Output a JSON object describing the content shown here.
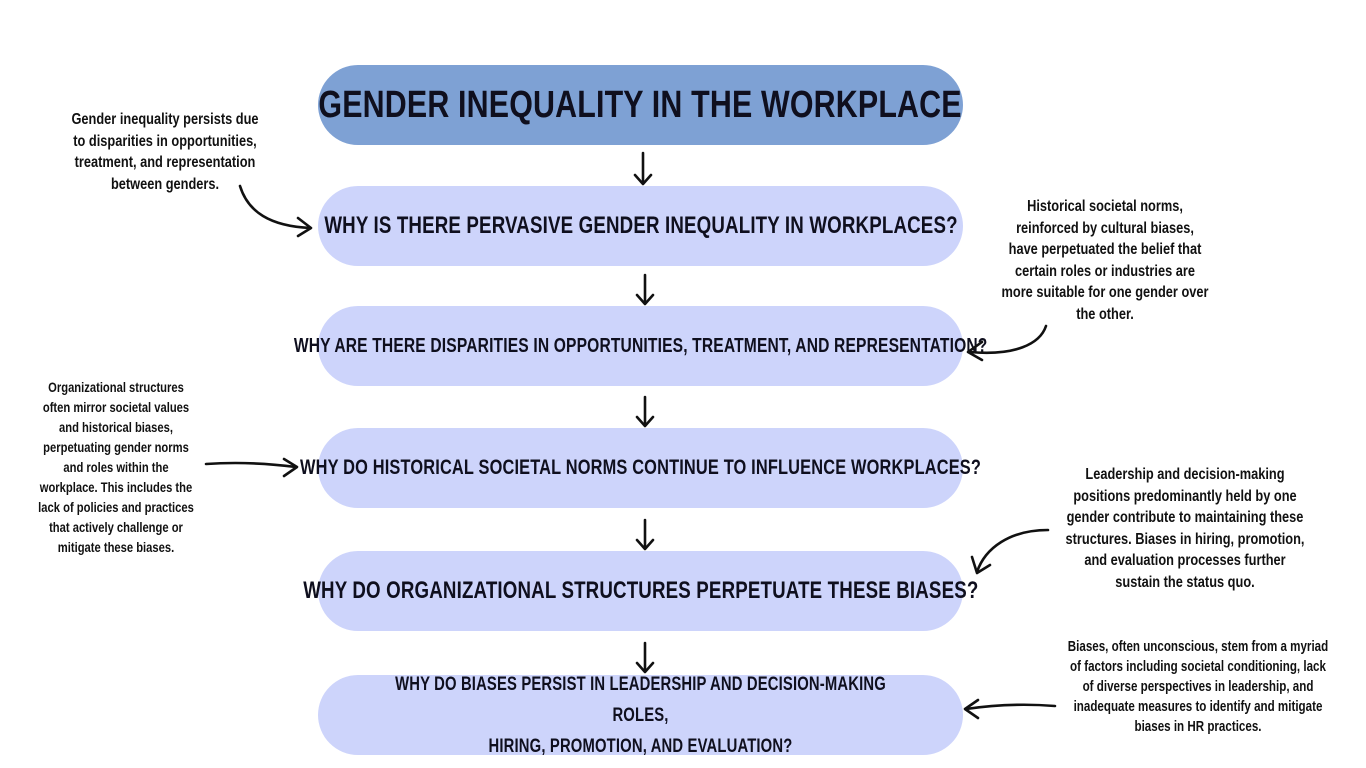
{
  "title": "GENDER  INEQUALITY IN THE WORKPLACE",
  "questions": [
    "WHY IS THERE PERVASIVE GENDER INEQUALITY IN WORKPLACES?",
    "WHY ARE THERE DISPARITIES IN OPPORTUNITIES, TREATMENT, AND REPRESENTATION?",
    "WHY DO HISTORICAL SOCIETAL NORMS CONTINUE TO INFLUENCE WORKPLACES?",
    "WHY DO ORGANIZATIONAL STRUCTURES PERPETUATE THESE BIASES?",
    {
      "line1": "WHY DO BIASES PERSIST IN LEADERSHIP AND DECISION-MAKING ROLES,",
      "line2": "HIRING, PROMOTION, AND EVALUATION?"
    }
  ],
  "notes": {
    "n1": [
      "Gender inequality persists due",
      "to disparities in opportunities,",
      "treatment, and representation",
      "between genders."
    ],
    "n2": [
      "Historical societal norms,",
      "reinforced by cultural biases,",
      "have perpetuated the belief that",
      "certain roles or industries are",
      "more suitable for one gender over",
      "the other."
    ],
    "n3": [
      "Organizational structures",
      "often mirror societal values",
      "and historical biases,",
      "perpetuating gender norms",
      "and roles within the",
      "workplace. This includes the",
      "lack of policies and practices",
      "that actively challenge or",
      "mitigate these biases."
    ],
    "n4": [
      "Leadership and decision-making",
      "positions predominantly held by one",
      "gender contribute to maintaining these",
      "structures. Biases in hiring, promotion,",
      "and evaluation processes further",
      "sustain the status quo."
    ],
    "n5": [
      "Biases, often unconscious, stem from a myriad",
      "of factors including societal conditioning, lack",
      "of diverse perspectives in leadership, and",
      "inadequate measures to identify and mitigate",
      "biases in HR practices."
    ]
  },
  "colors": {
    "title_box": "#7ea1d4",
    "question_box": "#cdd4fb",
    "text": "#0f0f1e"
  }
}
